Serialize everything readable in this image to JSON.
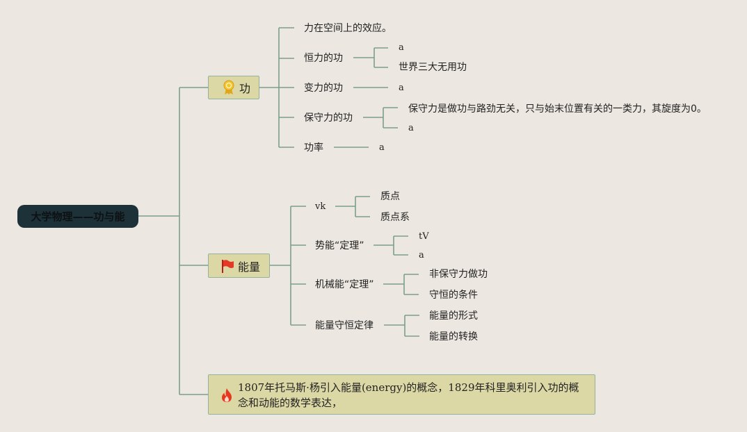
{
  "root": {
    "label": "大学物理——功与能"
  },
  "work": {
    "label": "功",
    "icon": "medal-icon",
    "items": {
      "definition": "力在空间上的效应。",
      "constant_force": {
        "label": "恒力的功",
        "children": [
          "a",
          "世界三大无用功"
        ]
      },
      "variable_force": {
        "label": "变力的功",
        "children": [
          "a"
        ]
      },
      "conservative_force": {
        "label": "保守力的功",
        "children": [
          "保守力是做功与路劲无关，只与始末位置有关的一类力，其旋度为0。",
          "a"
        ]
      },
      "power": {
        "label": "功率",
        "children": [
          "a"
        ]
      }
    }
  },
  "energy": {
    "label": "能量",
    "icon": "red-flag-icon",
    "items": {
      "vk": {
        "label": "vk",
        "children": [
          "质点",
          "质点系"
        ]
      },
      "potential": {
        "label": "势能“定理”",
        "children": [
          "tV",
          "a"
        ]
      },
      "mechanical": {
        "label": "机械能“定理”",
        "children": [
          "非保守力做功",
          "守恒的条件"
        ]
      },
      "conservation": {
        "label": "能量守恒定律",
        "children": [
          "能量的形式",
          "能量的转换"
        ]
      }
    }
  },
  "history": {
    "icon": "fire-icon",
    "text": "1807年托马斯·杨引入能量(energy)的概念，1829年科里奥利引入功的概念和动能的数学表达，"
  },
  "colors": {
    "background": "#ece8e1",
    "connector": "#7d9e8c",
    "root_fill": "#1d3138",
    "branch_fill": "#dcd8a6",
    "branch_border": "#93b29c"
  }
}
